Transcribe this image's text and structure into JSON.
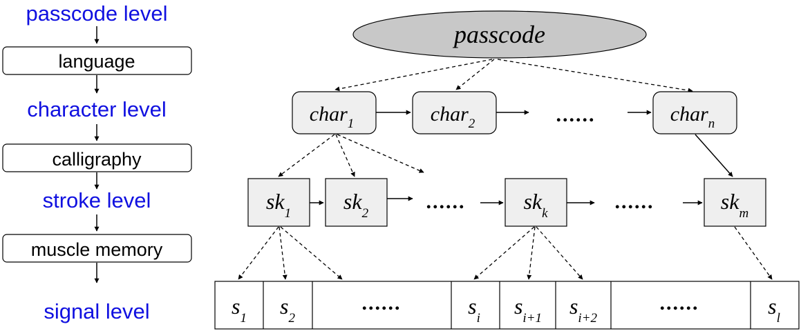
{
  "left_column": {
    "levels": [
      "passcode level",
      "character level",
      "stroke level",
      "signal level"
    ],
    "stages": [
      "language",
      "calligraphy",
      "muscle memory"
    ]
  },
  "root": {
    "label": "passcode"
  },
  "characters": {
    "items": [
      {
        "base": "char",
        "sub": "1"
      },
      {
        "base": "char",
        "sub": "2"
      },
      {
        "base": "char",
        "sub": "n"
      }
    ],
    "ellipsis": "......"
  },
  "strokes": {
    "items": [
      {
        "base": "sk",
        "sub": "1"
      },
      {
        "base": "sk",
        "sub": "2"
      },
      {
        "base": "sk",
        "sub": "k"
      },
      {
        "base": "sk",
        "sub": "m"
      }
    ],
    "ellipsis": [
      "......",
      "......"
    ]
  },
  "signals": {
    "items": [
      {
        "base": "s",
        "sub": "1"
      },
      {
        "base": "s",
        "sub": "2"
      },
      {
        "base": "s",
        "sub": "i"
      },
      {
        "base": "s",
        "sub": "i+1"
      },
      {
        "base": "s",
        "sub": "i+2"
      },
      {
        "base": "s",
        "sub": "l"
      }
    ],
    "ellipsis": [
      "......",
      "......"
    ]
  },
  "colors": {
    "level_text": "#1010e0",
    "node_fill": "#efefef",
    "root_fill": "#c8c8c8",
    "stroke": "#000000"
  }
}
